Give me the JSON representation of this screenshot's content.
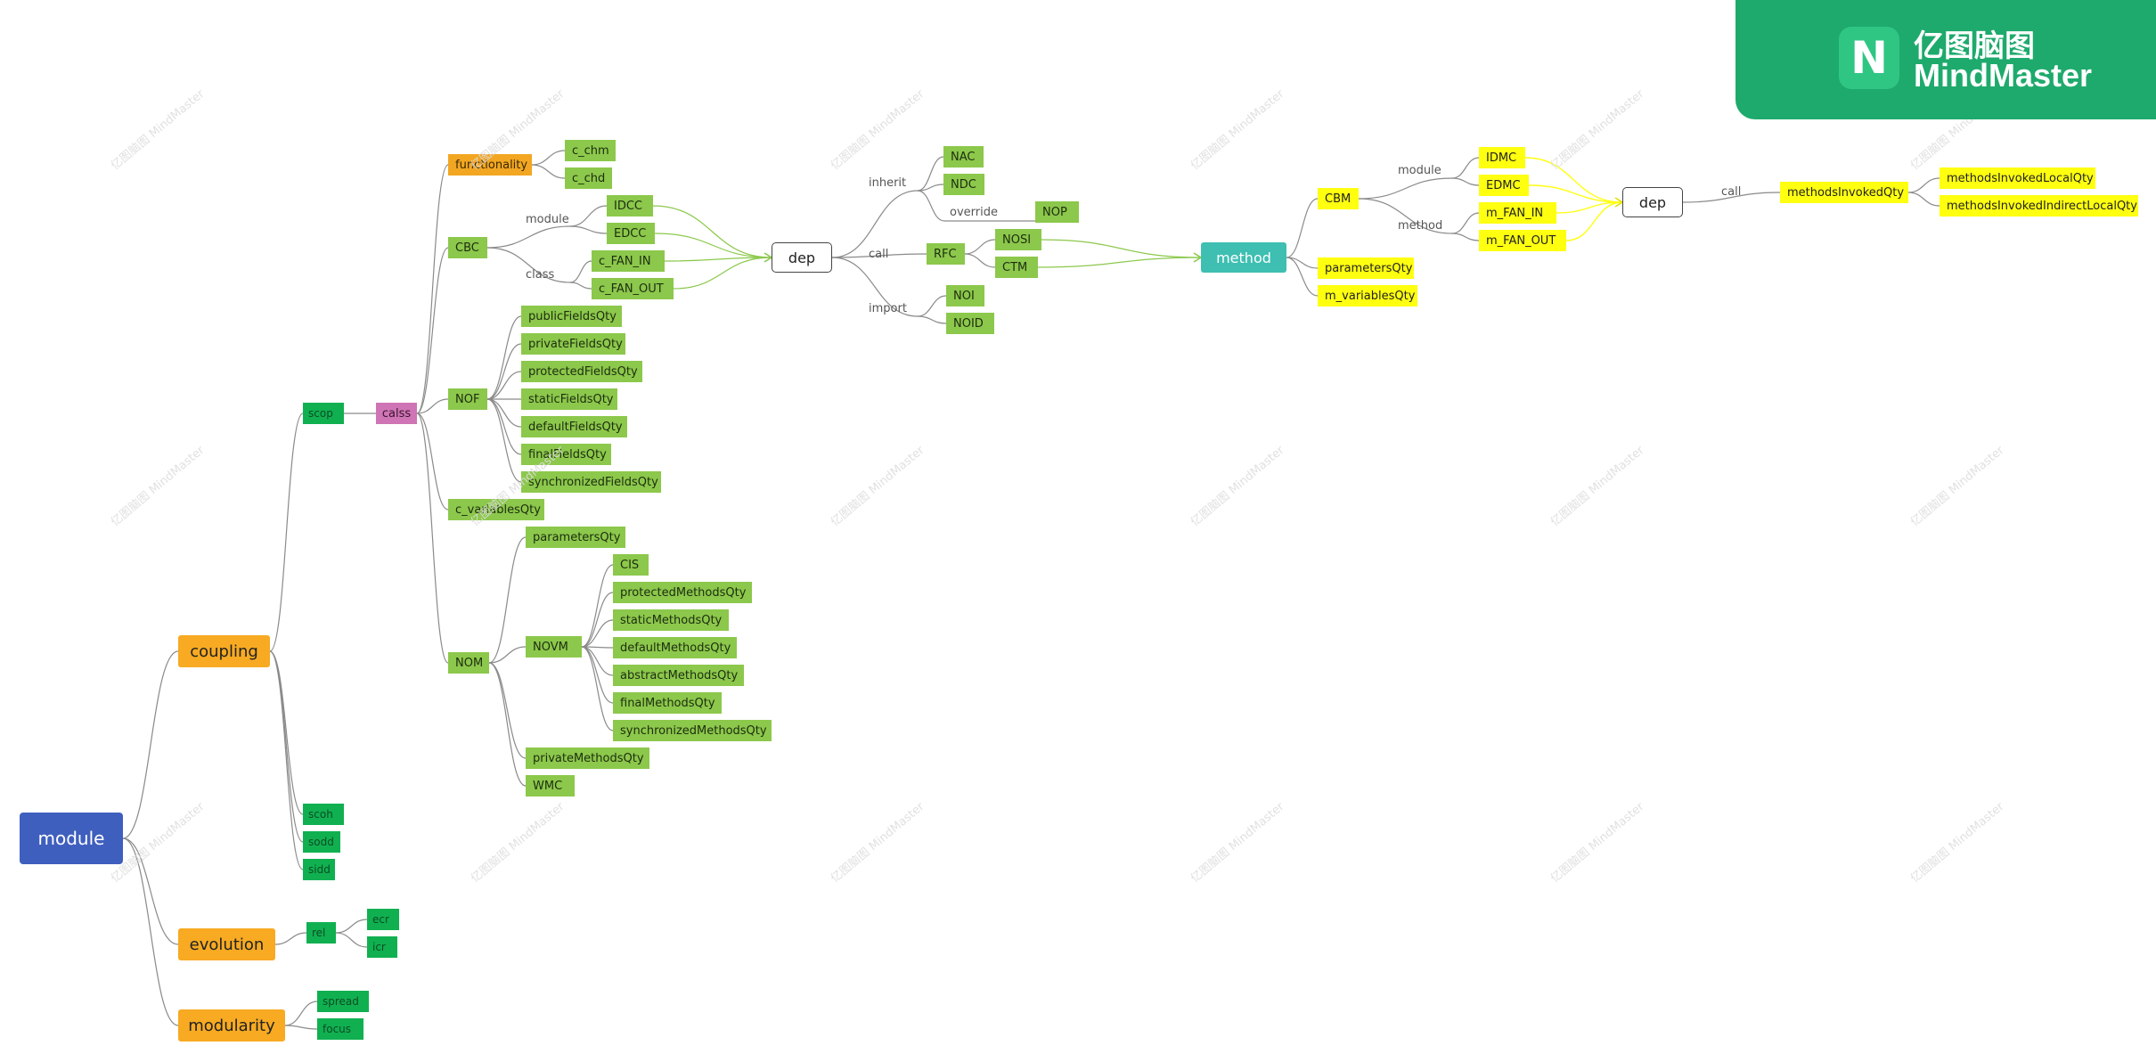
{
  "brand": {
    "cn": "亿图脑图",
    "en": "MindMaster",
    "logo": "mindmaster-logo-icon"
  },
  "watermark": {
    "cn": "亿图脑图",
    "en": "MindMaster"
  },
  "colors": {
    "root": "#3f5fbf",
    "main": "#f7aa22",
    "light_green": "#8cc84b",
    "dark_green": "#10b050",
    "yellow": "#ffff10",
    "teal": "#3ebfb2",
    "pink": "#cf74b4",
    "brand": "#1eaa6c"
  },
  "nodes": {
    "module": "module",
    "coupling": "coupling",
    "evolution": "evolution",
    "modularity": "modularity",
    "scop": "scop",
    "calss": "calss",
    "scoh": "scoh",
    "sodd": "sodd",
    "sidd": "sidd",
    "rel": "rel",
    "ecr": "ecr",
    "icr": "icr",
    "spread": "spread",
    "focus": "focus",
    "functionality": "functionality",
    "c_chm": "c_chm",
    "c_chd": "c_chd",
    "CBC": "CBC",
    "IDCC": "IDCC",
    "EDCC": "EDCC",
    "c_FAN_IN": "c_FAN_IN",
    "c_FAN_OUT": "c_FAN_OUT",
    "NOF": "NOF",
    "publicFieldsQty": "publicFieldsQty",
    "privateFieldsQty": "privateFieldsQty",
    "protectedFieldsQty": "protectedFieldsQty",
    "staticFieldsQty": "staticFieldsQty",
    "defaultFieldsQty": "defaultFieldsQty",
    "finalFieldsQty": "finalFieldsQty",
    "synchronizedFieldsQty": "synchronizedFieldsQty",
    "c_variablesQty": "c_variablesQty",
    "NOM": "NOM",
    "parametersQty_c": "parametersQty",
    "NOVM": "NOVM",
    "CIS": "CIS",
    "protectedMethodsQty": "protectedMethodsQty",
    "staticMethodsQty": "staticMethodsQty",
    "defaultMethodsQty": "defaultMethodsQty",
    "abstractMethodsQty": "abstractMethodsQty",
    "finalMethodsQty": "finalMethodsQty",
    "synchronizedMethodsQty": "synchronizedMethodsQty",
    "privateMethodsQty": "privateMethodsQty",
    "WMC": "WMC",
    "dep1": "dep",
    "NAC": "NAC",
    "NDC": "NDC",
    "NOP": "NOP",
    "RFC": "RFC",
    "NOSI": "NOSI",
    "CTM": "CTM",
    "NOI": "NOI",
    "NOID": "NOID",
    "method": "method",
    "CBM": "CBM",
    "IDMC": "IDMC",
    "EDMC": "EDMC",
    "m_FAN_IN": "m_FAN_IN",
    "m_FAN_OUT": "m_FAN_OUT",
    "parametersQty_m": "parametersQty",
    "m_variablesQty": "m_variablesQty",
    "dep2": "dep",
    "methodsInvokedQty": "methodsInvokedQty",
    "methodsInvokedLocalQty": "methodsInvokedLocalQty",
    "methodsInvokedIndirectLocalQty": "methodsInvokedIndirectLocalQty"
  },
  "labels": {
    "module_c": "module",
    "class_c": "class",
    "inherit": "inherit",
    "override": "override",
    "call1": "call",
    "import": "import",
    "module_m": "module",
    "method_m": "method",
    "call2": "call"
  }
}
